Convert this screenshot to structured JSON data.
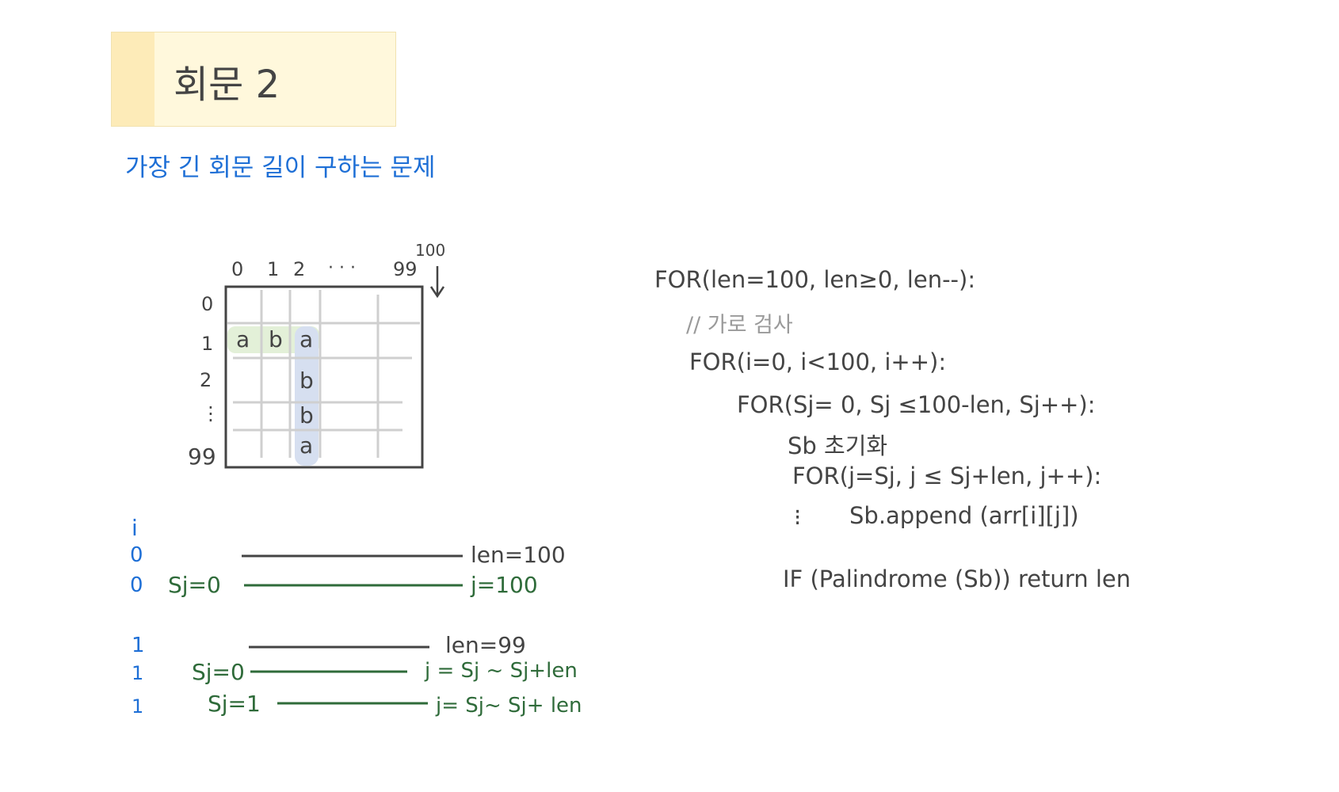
{
  "title": "회문 2",
  "subtitle": "가장 긴 회문 길이 구하는 문제",
  "grid": {
    "col_labels": [
      "0",
      "1",
      "2",
      "· · ·",
      "99"
    ],
    "col_end_label": "100",
    "row_labels": [
      "0",
      "1",
      "2",
      "⋮",
      "99"
    ],
    "horizontal_letters": [
      "a",
      "b",
      "a"
    ],
    "vertical_letters": [
      "b",
      "b",
      "a"
    ]
  },
  "trace": {
    "i_header": "i",
    "case0": {
      "i_values": [
        "0",
        "0"
      ],
      "sj_label": "Sj=0",
      "len_label": "len=100",
      "j_label": "j=100"
    },
    "case1": {
      "i_values": [
        "1",
        "1",
        "1"
      ],
      "len_label": "len=99",
      "rows": [
        {
          "sj_label": "Sj=0",
          "j_label": "j = Sj ~ Sj+len"
        },
        {
          "sj_label": "Sj=1",
          "j_label": "j= Sj~ Sj+ len"
        }
      ]
    }
  },
  "code": {
    "line1": "FOR(len=100, len≥0, len--):",
    "comment": "// 가로 검사",
    "line3": "FOR(i=0, i<100, i++):",
    "line4": "FOR(Sj= 0, Sj ≤100-len, Sj++):",
    "line5": "Sb 초기화",
    "line6": "FOR(j=Sj, j ≤ Sj+len, j++):",
    "line7_marker": "⁝",
    "line7": "Sb.append (arr[i][j])",
    "line8": "IF (Palindrome (Sb)) return len"
  },
  "colors": {
    "blue": "#1e6fd6",
    "dark_green": "#2f6b3a",
    "ink": "#444444",
    "comment_gray": "#9a9a9a",
    "title_fill": "#fff8dc",
    "highlight_green": "#e3f0d8",
    "highlight_blue": "#d6dff0"
  }
}
